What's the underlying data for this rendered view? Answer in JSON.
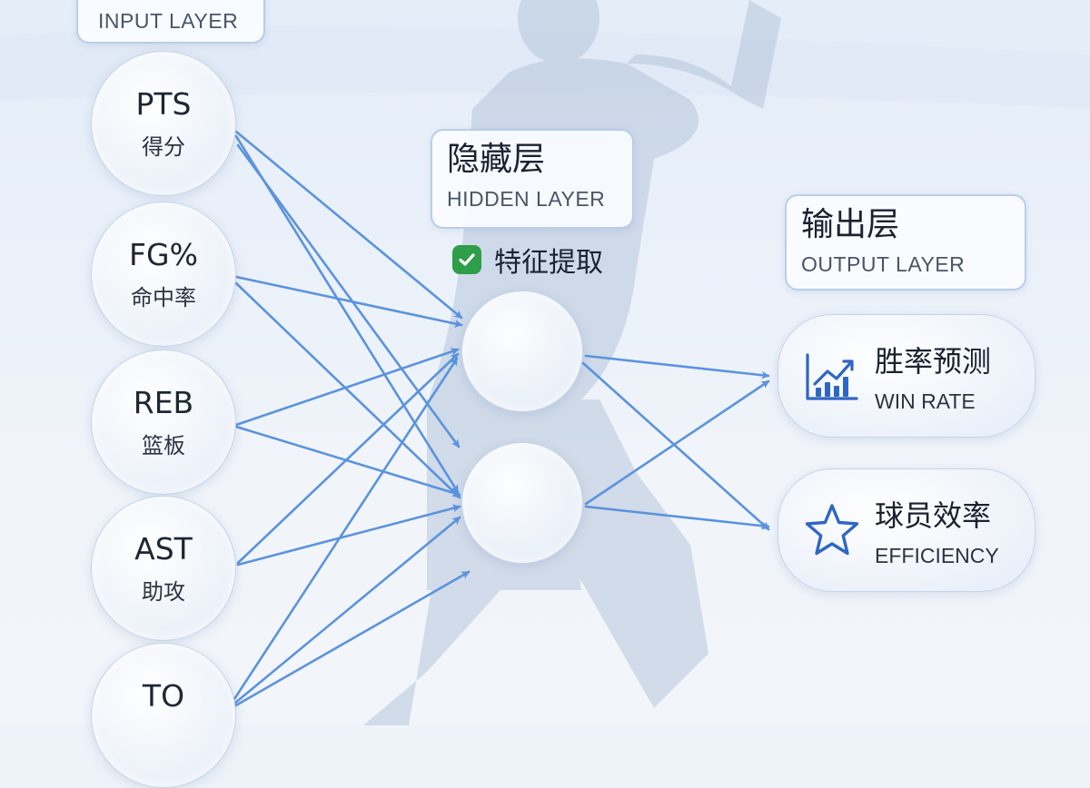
{
  "layers": {
    "input": {
      "zh": "",
      "en": "INPUT LAYER",
      "nodes": [
        {
          "abbr": "PTS",
          "zh": "得分"
        },
        {
          "abbr": "FG%",
          "zh": "命中率"
        },
        {
          "abbr": "REB",
          "zh": "篮板"
        },
        {
          "abbr": "AST",
          "zh": "助攻"
        },
        {
          "abbr": "TO",
          "zh": ""
        }
      ]
    },
    "hidden": {
      "zh": "隐藏层",
      "en": "HIDDEN LAYER",
      "badge": "特征提取",
      "node_count": 2
    },
    "output": {
      "zh": "输出层",
      "en": "OUTPUT LAYER",
      "nodes": [
        {
          "zh": "胜率预测",
          "en": "WIN RATE",
          "icon": "bar-chart-icon"
        },
        {
          "zh": "球员效率",
          "en": "EFFICIENCY",
          "icon": "star-icon"
        }
      ]
    }
  },
  "colors": {
    "arrow": "#5b93de",
    "accent": "#2f66c4",
    "check": "#2e9e48",
    "border": "#b9cde8"
  }
}
